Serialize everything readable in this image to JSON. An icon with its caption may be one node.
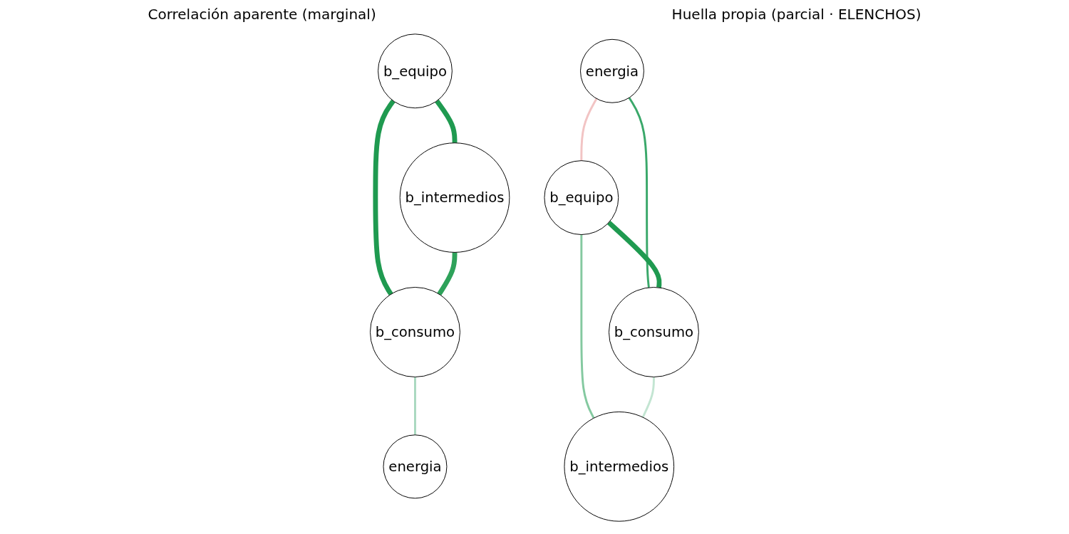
{
  "diagram": {
    "nodes": [
      {
        "text": [
          "b_equipo"
        ]
      },
      {
        "text": [
          "b_intermedios"
        ]
      },
      {
        "text": [
          "b_consumo"
        ]
      },
      {
        "text": [
          "energia"
        ]
      },
      {
        "text": [
          "energia"
        ]
      },
      {
        "text": [
          "b_equipo"
        ]
      },
      {
        "text": [
          "b_consumo"
        ]
      },
      {
        "text": [
          "b_intermedios"
        ]
      }
    ],
    "edges": [
      {
        "from": 0,
        "to": 1,
        "arrow": "none",
        "style": "thick",
        "color": "#1f9a50"
      },
      {
        "from": 0,
        "to": 2,
        "arrow": "none",
        "style": "thick",
        "color": "#1f9a50"
      },
      {
        "from": 1,
        "to": 2,
        "arrow": "none",
        "style": "thick",
        "color": "#2ea25a"
      },
      {
        "from": 2,
        "to": 3,
        "arrow": "none",
        "color": "#a9d8bf"
      },
      {
        "from": 4,
        "to": 5,
        "arrow": "none",
        "color": "#f2c4c4"
      },
      {
        "from": 4,
        "to": 6,
        "arrow": "none",
        "color": "#3aa86a"
      },
      {
        "from": 5,
        "to": 6,
        "arrow": "none",
        "style": "thick",
        "color": "#1f9a50"
      },
      {
        "from": 5,
        "to": 7,
        "arrow": "none",
        "color": "#84c9a0"
      },
      {
        "from": 6,
        "to": 7,
        "arrow": "none",
        "color": "#c3e5d2"
      }
    ],
    "labels": [
      "Correlación aparente (marginal)",
      "Huella propia (parcial · ELENCHOS)"
    ]
  }
}
